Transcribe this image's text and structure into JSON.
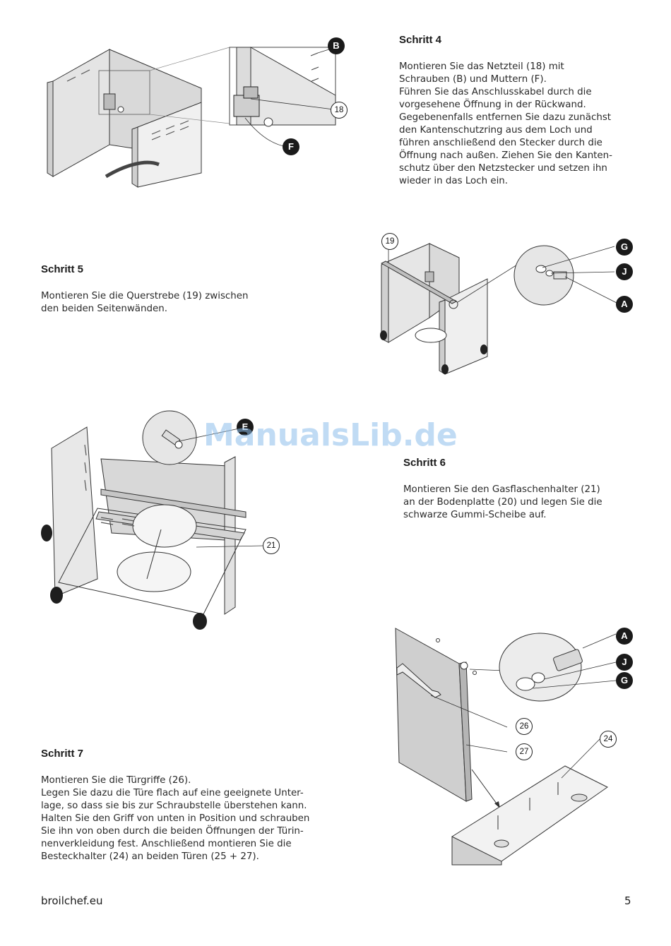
{
  "steps": {
    "s4": {
      "title": "Schritt 4",
      "lines": [
        "Montieren Sie das Netzteil (18) mit",
        "Schrauben (B) und Muttern (F).",
        "Führen Sie das Anschlusskabel durch die",
        "vorgesehene Öffnung in der Rückwand.",
        "Gegebenenfalls entfernen Sie dazu zunächst",
        "den Kantenschutzring aus dem Loch und",
        "führen anschließend den Stecker durch die",
        "Öffnung nach außen. Ziehen Sie den Kanten-",
        "schutz über den Netzstecker und setzen ihn",
        "wieder in das Loch ein."
      ],
      "labels": {
        "b": "B",
        "f": "F",
        "n18": "18"
      }
    },
    "s5": {
      "title": "Schritt 5",
      "lines": [
        "Montieren Sie die Querstrebe (19) zwischen",
        "den beiden Seitenwänden."
      ],
      "labels": {
        "n19": "19",
        "g": "G",
        "j": "J",
        "a": "A"
      }
    },
    "s6": {
      "title": "Schritt 6",
      "lines": [
        "Montieren Sie den Gasflaschenhalter (21)",
        "an der Bodenplatte (20) und legen Sie die",
        "schwarze Gummi-Scheibe auf."
      ],
      "labels": {
        "e": "E",
        "n21": "21"
      }
    },
    "s7": {
      "title": "Schritt 7",
      "lines": [
        "Montieren Sie die Türgriffe (26).",
        "Legen Sie dazu die Türe flach auf eine geeignete Unter-",
        "lage, so dass sie bis zur Schraubstelle überstehen kann.",
        "Halten Sie den Griff von unten in Position und schrauben",
        "Sie ihn von oben durch die beiden Öffnungen der Türin-",
        "nenverkleidung fest. Anschließend montieren Sie die",
        "Besteckhalter (24) an beiden Türen (25 + 27)."
      ],
      "labels": {
        "a": "A",
        "j": "J",
        "g": "G",
        "n26": "26",
        "n27": "27",
        "n24": "24"
      }
    }
  },
  "watermark": "ManualsLib.de",
  "footer": {
    "site": "broilchef.eu",
    "page": "5"
  }
}
